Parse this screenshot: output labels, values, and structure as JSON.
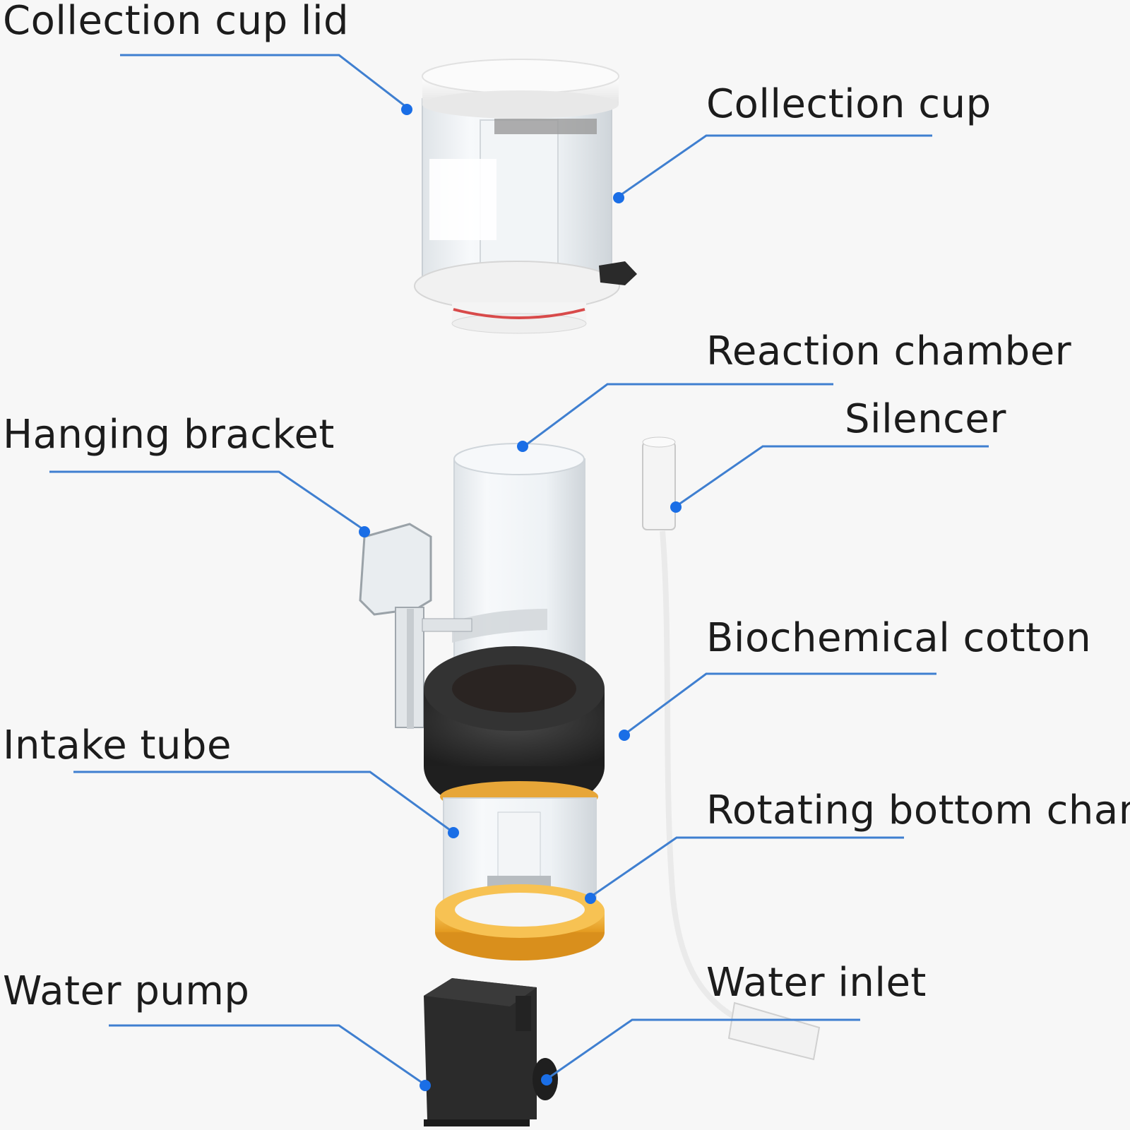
{
  "labels": {
    "collection_cup_lid": "Collection cup lid",
    "collection_cup": "Collection cup",
    "reaction_chamber": "Reaction chamber",
    "silencer": "Silencer",
    "hanging_bracket": "Hanging bracket",
    "biochemical_cotton": "Biochemical cotton",
    "intake_tube": "Intake tube",
    "rotating_bottom_chamber": "Rotating bottom cham",
    "water_pump": "Water pump",
    "water_inlet": "Water inlet"
  },
  "colors": {
    "leader_line": "#3f7fd0",
    "marker_dot": "#1a6ee6",
    "sponge": "#2b2b2b",
    "base_orange": "#f2b43a",
    "pump": "#2e2e2e"
  },
  "icons": {
    "product_illustration": "protein-skimmer-exploded-view"
  }
}
